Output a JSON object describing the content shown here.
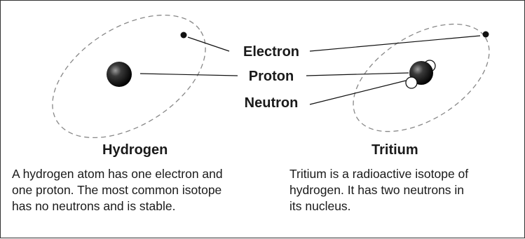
{
  "labels": {
    "electron": "Electron",
    "proton": "Proton",
    "neutron": "Neutron"
  },
  "atoms": [
    {
      "name": "Hydrogen",
      "description_lines": [
        "A hydrogen atom has one electron and",
        "one proton. The most common isotope",
        "has no neutrons and is stable."
      ]
    },
    {
      "name": "Tritium",
      "description_lines": [
        "Tritium is a radioactive isotope of",
        "hydrogen. It has two neutrons in",
        "its nucleus."
      ]
    }
  ],
  "colors": {
    "border": "#333333",
    "text": "#1a1a1a",
    "orbit": "#888888",
    "particle": "#111111",
    "neutron_fill": "#ffffff"
  }
}
